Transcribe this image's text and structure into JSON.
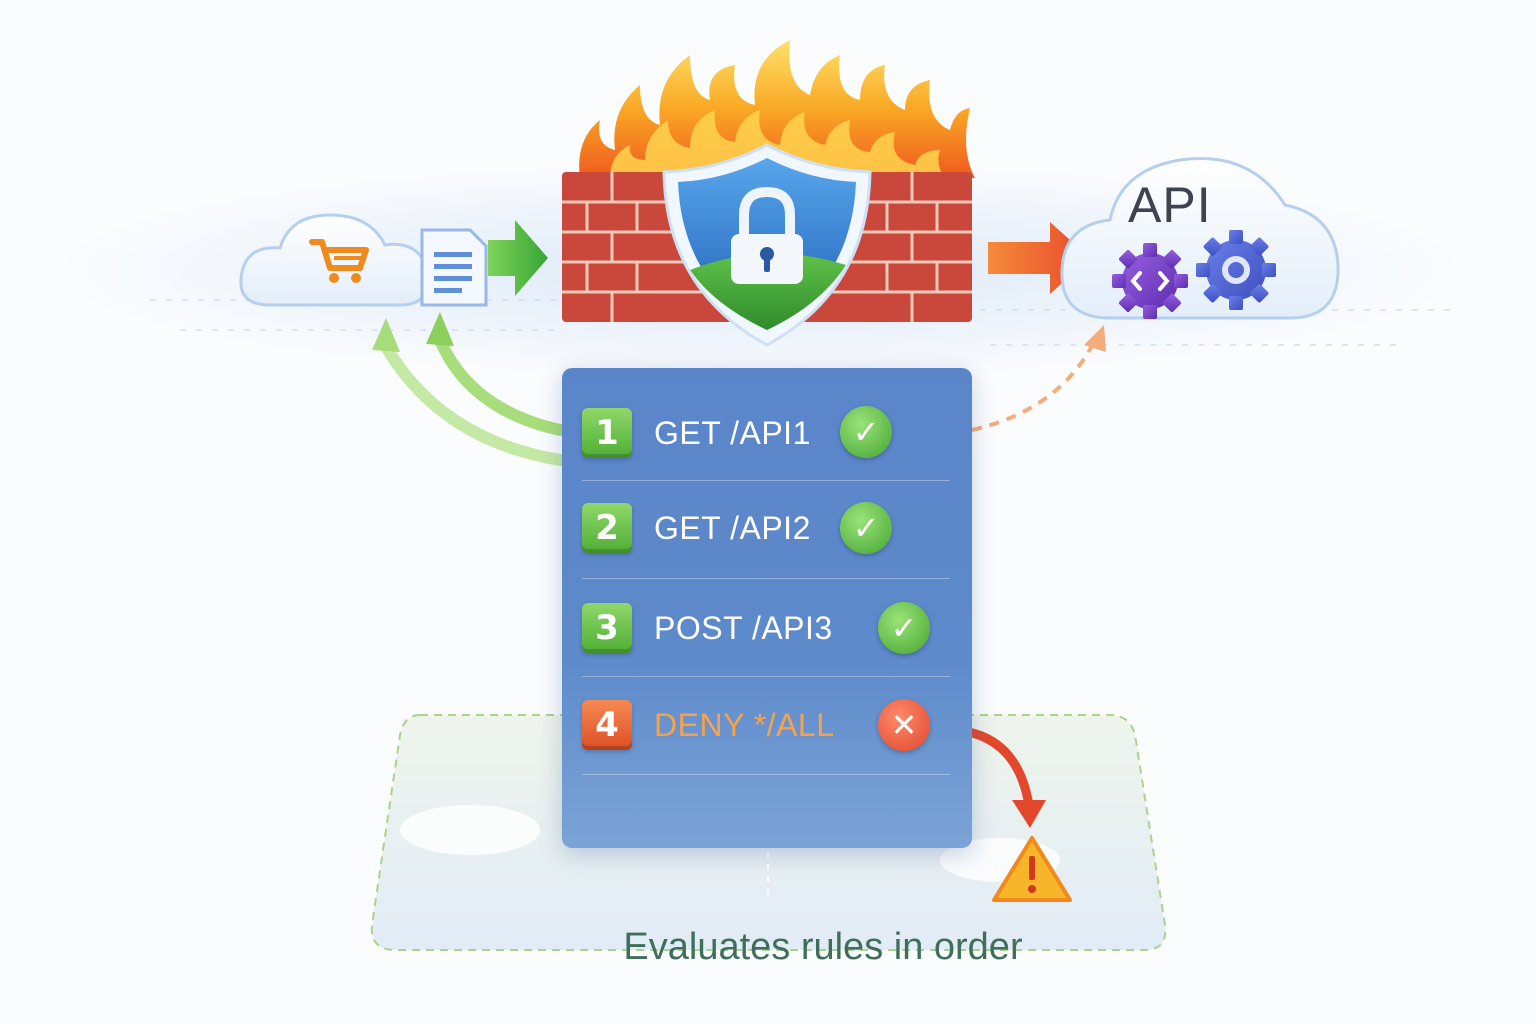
{
  "diagram": {
    "api_label": "API",
    "caption": "Evaluates rules in order",
    "rules": [
      {
        "number": "1",
        "text": "GET /API1",
        "action": "allow"
      },
      {
        "number": "2",
        "text": "GET /API2",
        "action": "allow"
      },
      {
        "number": "3",
        "text": "POST /API3",
        "action": "allow"
      },
      {
        "number": "4",
        "text": "DENY */ALL",
        "action": "deny"
      }
    ]
  },
  "colors": {
    "allow": "#4fae36",
    "deny": "#dc4e24",
    "panel": "#5d8acb",
    "brick": "#c9483b",
    "shield": "#2f6fc4"
  },
  "icons": [
    "shopping-cart-icon",
    "document-icon",
    "shield-icon",
    "padlock-icon",
    "gear-icon",
    "code-gear-icon",
    "warning-icon",
    "check-icon",
    "cross-icon",
    "fire-icon"
  ]
}
